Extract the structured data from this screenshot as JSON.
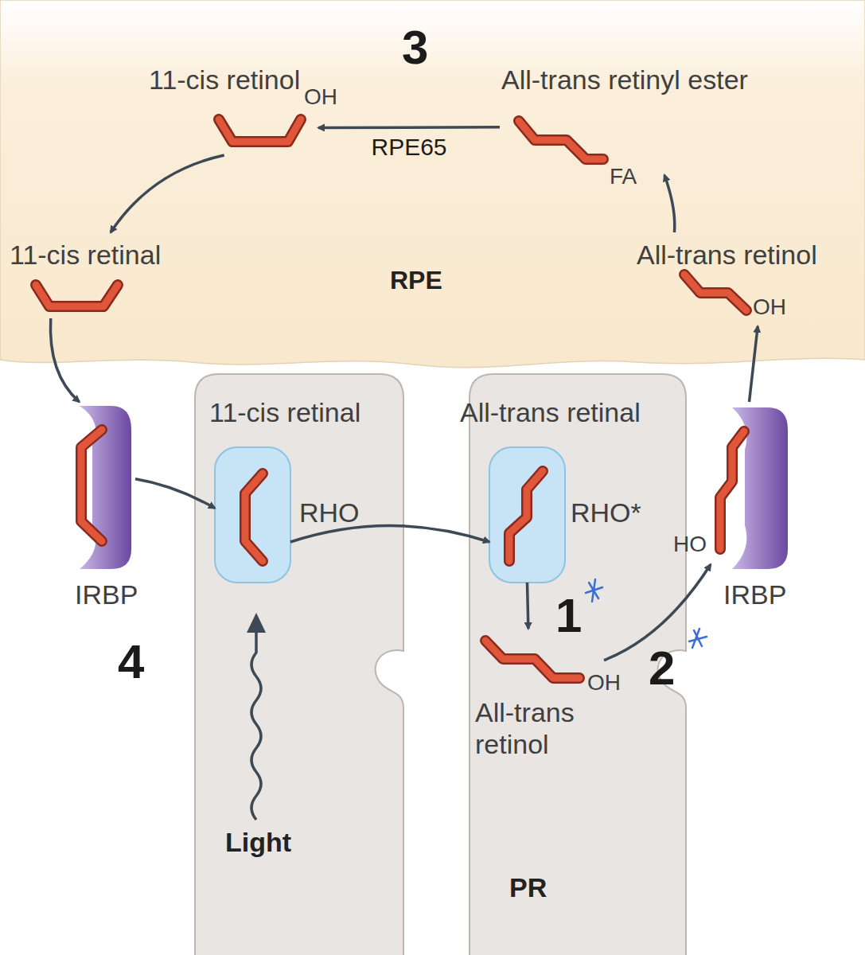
{
  "diagram": {
    "nodes": [
      {
        "text": [
          "RPE"
        ]
      },
      {
        "text": [
          "All-trans retinyl ester"
        ],
        "in": 0
      },
      {
        "text": [
          "11-cis retinol"
        ],
        "in": 0
      },
      {
        "text": [
          "11-cis retinal"
        ],
        "in": 0
      },
      {
        "text": [
          "All-trans retinol"
        ],
        "in": 0
      },
      {
        "text": [
          "IRBP"
        ]
      },
      {
        "text": [
          "11-cis retinal",
          "Light"
        ]
      },
      {
        "text": [
          "RHO"
        ],
        "in": 6
      },
      {
        "text": [
          "All-trans retinal",
          "PR"
        ]
      },
      {
        "text": [
          "RHO*"
        ],
        "in": 8
      },
      {
        "text": [
          "All-trans retinol"
        ],
        "in": 8
      },
      {
        "text": [
          "IRBP"
        ]
      }
    ],
    "edges": [
      {
        "from": 1,
        "to": 2,
        "label": "RPE65",
        "arrow": "to"
      },
      {
        "from": 2,
        "to": 3,
        "arrow": "to"
      },
      {
        "from": 3,
        "to": 5,
        "arrow": "to"
      },
      {
        "from": 5,
        "to": 7,
        "arrow": "to"
      },
      {
        "from": 7,
        "to": 9,
        "arrow": "to"
      },
      {
        "from": 9,
        "to": 10,
        "arrow": "to"
      },
      {
        "from": 10,
        "to": 11,
        "arrow": "to"
      },
      {
        "from": 11,
        "to": 4,
        "arrow": "to"
      },
      {
        "from": 4,
        "to": 1,
        "arrow": "to"
      }
    ],
    "labels": [
      "3",
      "OH",
      "FA",
      "OH",
      "HO",
      "1",
      "OH",
      "2",
      "4"
    ]
  }
}
